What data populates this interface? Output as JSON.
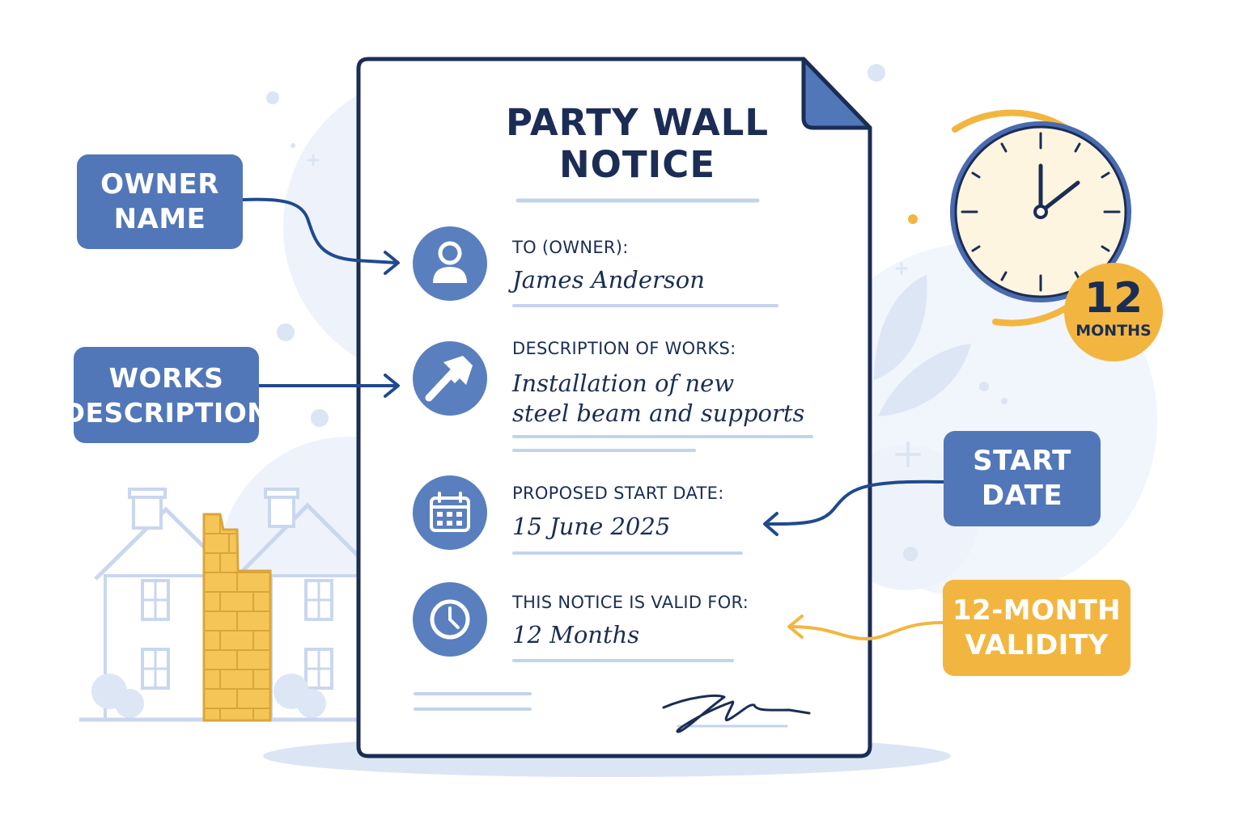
{
  "document": {
    "title_lines": [
      "PARTY WALL",
      "NOTICE"
    ],
    "fields": [
      {
        "label": "TO (OWNER):",
        "value_lines": [
          "James Anderson"
        ],
        "icon": "user-icon"
      },
      {
        "label": "DESCRIPTION OF WORKS:",
        "value_lines": [
          "Installation of new",
          "steel beam and supports"
        ],
        "icon": "hammer-icon"
      },
      {
        "label": "PROPOSED START DATE:",
        "value_lines": [
          "15 June 2025"
        ],
        "icon": "calendar-icon"
      },
      {
        "label": "THIS NOTICE IS VALID FOR:",
        "value_lines": [
          "12 Months"
        ],
        "icon": "clock-icon"
      }
    ]
  },
  "callouts": {
    "owner_name": [
      "OWNER",
      "NAME"
    ],
    "works_description": [
      "WORKS",
      "DESCRIPTION"
    ],
    "start_date": [
      "START",
      "DATE"
    ],
    "validity": [
      "12-MONTH",
      "VALIDITY"
    ]
  },
  "clock_badge": {
    "number": "12",
    "unit": "MONTHS"
  },
  "colors": {
    "navy": "#1b2d55",
    "accent_blue": "#5177b8",
    "icon_blue": "#5a7fbf",
    "gold": "#f2b640",
    "light_blue": "#e3ebf7",
    "brick": "#f5c657"
  }
}
